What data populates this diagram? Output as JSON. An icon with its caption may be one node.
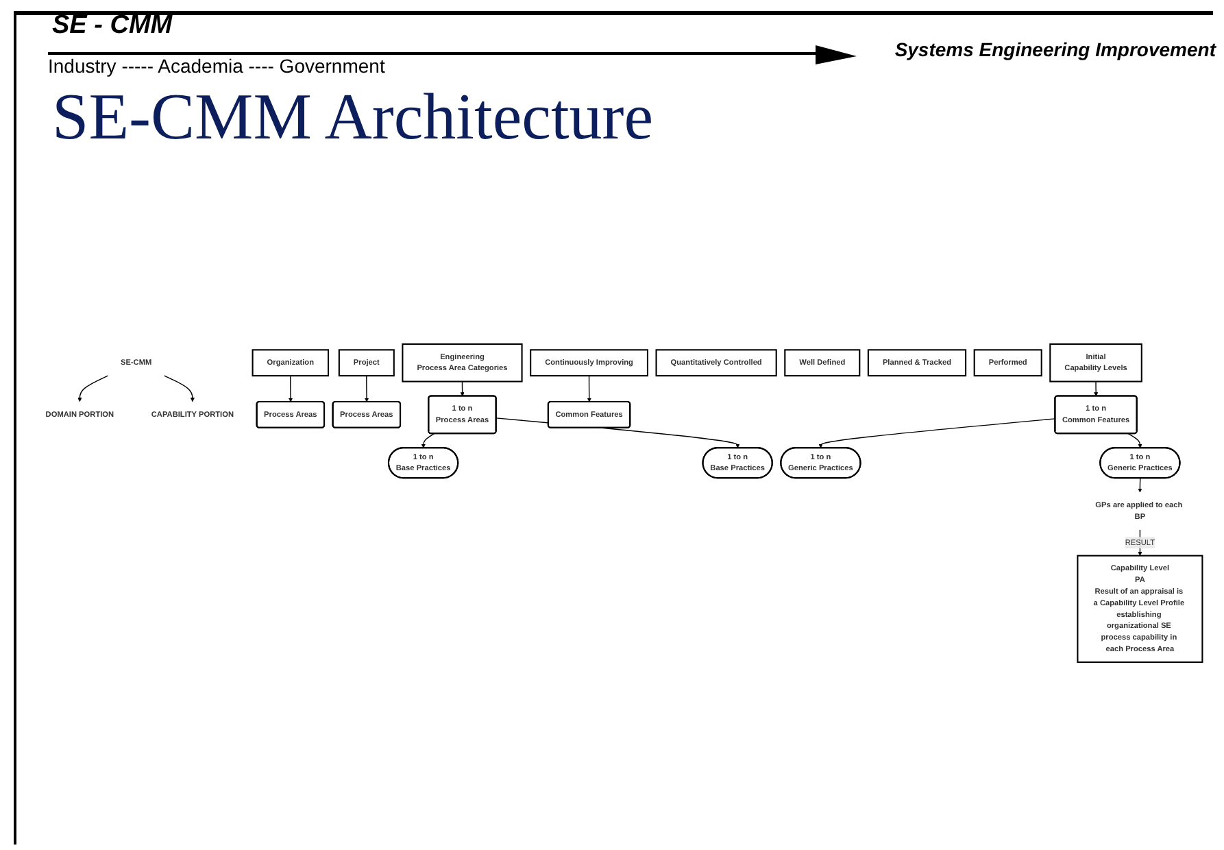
{
  "diagram": {
    "title": "SE-CMM Architecture",
    "nodes": [
      {
        "text": [
          "SE-CMM"
        ]
      },
      {
        "text": [
          "DOMAIN PORTION"
        ]
      },
      {
        "text": [
          "CAPABILITY PORTION"
        ]
      },
      {
        "text": [
          "Organization"
        ]
      },
      {
        "text": [
          "Project"
        ]
      },
      {
        "text": [
          "Engineering",
          "Process Area Categories"
        ]
      },
      {
        "text": [
          "Process Areas"
        ]
      },
      {
        "text": [
          "Process Areas"
        ]
      },
      {
        "text": [
          "1 to n",
          "Process Areas"
        ]
      },
      {
        "text": [
          "1 to n",
          "Base Practices"
        ]
      },
      {
        "text": [
          "1 to n",
          "Base Practices"
        ]
      },
      {
        "text": [
          "Continuously Improving"
        ]
      },
      {
        "text": [
          "Quantitatively Controlled"
        ]
      },
      {
        "text": [
          "Well Defined"
        ]
      },
      {
        "text": [
          "Planned & Tracked"
        ]
      },
      {
        "text": [
          "Performed"
        ]
      },
      {
        "text": [
          "Initial",
          "Capability Levels"
        ]
      },
      {
        "text": [
          "Common Features"
        ]
      },
      {
        "text": [
          "1 to n",
          "Common Features"
        ]
      },
      {
        "text": [
          "1 to n",
          "Generic Practices"
        ]
      },
      {
        "text": [
          "1 to n",
          "Generic Practices"
        ]
      },
      {
        "text": [
          "GPs are applied to each BP"
        ]
      },
      {
        "text": [
          "Capability Level",
          "PA",
          "Result of an appraisal is a Capability Level Profile establishing organizational SE process capability in each Process Area"
        ]
      }
    ],
    "edges": [
      {
        "from": 0,
        "to": 1,
        "arrow": "to"
      },
      {
        "from": 0,
        "to": 2,
        "arrow": "to"
      },
      {
        "from": 3,
        "to": 6,
        "arrow": "to"
      },
      {
        "from": 4,
        "to": 7,
        "arrow": "to"
      },
      {
        "from": 5,
        "to": 8,
        "arrow": "to"
      },
      {
        "from": 8,
        "to": 9,
        "arrow": "to"
      },
      {
        "from": 8,
        "to": 10,
        "arrow": "to"
      },
      {
        "from": 11,
        "to": 17,
        "arrow": "to"
      },
      {
        "from": 16,
        "to": 18,
        "arrow": "to"
      },
      {
        "from": 18,
        "to": 19,
        "arrow": "to"
      },
      {
        "from": 18,
        "to": 20,
        "arrow": "to"
      },
      {
        "from": 20,
        "to": 21,
        "arrow": "to"
      },
      {
        "from": 21,
        "to": 22,
        "label": "RESULT",
        "arrow": "to"
      }
    ],
    "labels": [
      "SE - CMM",
      "Systems Engineering Improvement",
      "Industry ----- Academia ---- Government"
    ]
  }
}
